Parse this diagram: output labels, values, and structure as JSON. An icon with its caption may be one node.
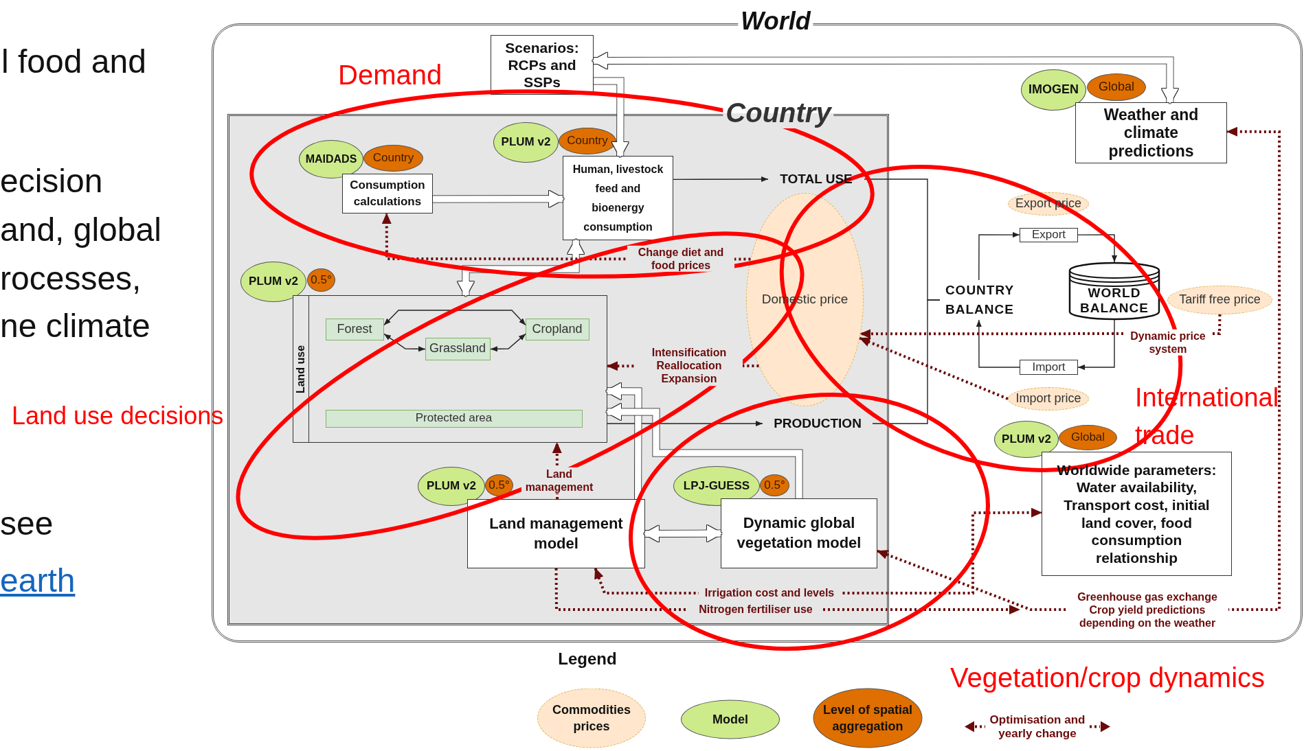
{
  "diagram": {
    "nodes": [
      {
        "text": [
          "World"
        ]
      },
      {
        "text": [
          "Scenarios: RCPs and SSPs"
        ],
        "in": 0
      },
      {
        "text": [
          "IMOGEN"
        ],
        "in": 0
      },
      {
        "text": [
          "Global"
        ],
        "in": 0
      },
      {
        "text": [
          "Weather and climate predictions"
        ],
        "in": 0
      },
      {
        "text": [
          "Country"
        ],
        "in": 0
      },
      {
        "text": [
          "MAIDADS"
        ],
        "in": 5
      },
      {
        "text": [
          "Country"
        ],
        "in": 5
      },
      {
        "text": [
          "Consumption calculations"
        ],
        "in": 5
      },
      {
        "text": [
          "PLUM v2"
        ],
        "in": 5
      },
      {
        "text": [
          "Country"
        ],
        "in": 5
      },
      {
        "text": [
          "Human, livestock feed and bioenergy consumption"
        ],
        "in": 5
      },
      {
        "text": [
          "TOTAL USE"
        ],
        "in": 5
      },
      {
        "text": [
          "Domestic price"
        ],
        "in": 5
      },
      {
        "text": [
          "PLUM v2"
        ],
        "in": 5
      },
      {
        "text": [
          "0.5°"
        ],
        "in": 5
      },
      {
        "text": [
          "Land use"
        ],
        "in": 5
      },
      {
        "text": [
          "Forest"
        ],
        "in": 16
      },
      {
        "text": [
          "Cropland"
        ],
        "in": 16
      },
      {
        "text": [
          "Grassland"
        ],
        "in": 16
      },
      {
        "text": [
          "Protected area"
        ],
        "in": 16
      },
      {
        "text": [
          "PRODUCTION"
        ],
        "in": 5
      },
      {
        "text": [
          "PLUM v2"
        ],
        "in": 5
      },
      {
        "text": [
          "0.5°"
        ],
        "in": 5
      },
      {
        "text": [
          "Land management model"
        ],
        "in": 5
      },
      {
        "text": [
          "LPJ-GUESS"
        ],
        "in": 5
      },
      {
        "text": [
          "0.5°"
        ],
        "in": 5
      },
      {
        "text": [
          "Dynamic global vegetation model"
        ],
        "in": 5
      },
      {
        "text": [
          "Export price"
        ],
        "in": 0
      },
      {
        "text": [
          "Export"
        ],
        "in": 0
      },
      {
        "text": [
          "COUNTRY BALANCE"
        ],
        "in": 0
      },
      {
        "text": [
          "WORLD BALANCE"
        ],
        "in": 0
      },
      {
        "text": [
          "Tariff free price"
        ],
        "in": 0
      },
      {
        "text": [
          "Import"
        ],
        "in": 0
      },
      {
        "text": [
          "Import price"
        ],
        "in": 0
      },
      {
        "text": [
          "PLUM v2"
        ],
        "in": 0
      },
      {
        "text": [
          "Global"
        ],
        "in": 0
      },
      {
        "text": [
          "Worldwide parameters: Water availability, Transport cost, initial land cover, food consumption relationship"
        ],
        "in": 0
      }
    ],
    "edges": [
      {
        "from": 1,
        "to": 4,
        "arrow": "both",
        "style": "thick",
        "color": "#ffffff"
      },
      {
        "from": 1,
        "to": 11,
        "arrow": "to",
        "style": "thick",
        "color": "#ffffff"
      },
      {
        "from": 8,
        "to": 11,
        "arrow": "to",
        "style": "thick",
        "color": "#ffffff"
      },
      {
        "from": 11,
        "to": 16,
        "arrow": "both",
        "style": "thick",
        "color": "#ffffff"
      },
      {
        "from": 11,
        "to": 12,
        "arrow": "to"
      },
      {
        "from": 16,
        "to": 21,
        "arrow": "to"
      },
      {
        "from": 12,
        "to": 30,
        "arrow": "none"
      },
      {
        "from": 21,
        "to": 30,
        "arrow": "none"
      },
      {
        "from": 30,
        "to": 29,
        "arrow": "to"
      },
      {
        "from": 29,
        "to": 31,
        "arrow": "to"
      },
      {
        "from": 31,
        "to": 33,
        "arrow": "to"
      },
      {
        "from": 33,
        "to": 30,
        "arrow": "to"
      },
      {
        "from": 17,
        "to": 18,
        "arrow": "both"
      },
      {
        "from": 17,
        "to": 19,
        "arrow": "both"
      },
      {
        "from": 19,
        "to": 18,
        "arrow": "both"
      },
      {
        "from": 13,
        "to": 8,
        "arrow": "to",
        "label": "Change diet and food prices",
        "style": "dashed",
        "color": "#6b0a0a"
      },
      {
        "from": 13,
        "to": 16,
        "arrow": "to",
        "label": "Intensification Reallocation Expansion",
        "style": "dashed",
        "color": "#6b0a0a"
      },
      {
        "from": 32,
        "to": 13,
        "arrow": "to",
        "label": "Dynamic price system",
        "style": "dashed",
        "color": "#6b0a0a"
      },
      {
        "from": 34,
        "to": 13,
        "arrow": "to",
        "style": "dashed",
        "color": "#6b0a0a"
      },
      {
        "from": 24,
        "to": 16,
        "arrow": "to",
        "label": "Land management",
        "style": "dashed",
        "color": "#6b0a0a"
      },
      {
        "from": 24,
        "to": 27,
        "arrow": "both",
        "style": "thick",
        "color": "#ffffff"
      },
      {
        "from": 24,
        "to": 16,
        "arrow": "to",
        "style": "thick",
        "color": "#ffffff"
      },
      {
        "from": 27,
        "to": 16,
        "arrow": "to",
        "style": "thick",
        "color": "#ffffff"
      },
      {
        "from": 24,
        "to": 37,
        "arrow": "both",
        "label": "Irrigation cost and levels",
        "style": "dashed",
        "color": "#6b0a0a"
      },
      {
        "from": 24,
        "to": null,
        "arrow": "to",
        "label": "Nitrogen fertiliser use",
        "style": "dashed",
        "color": "#6b0a0a"
      },
      {
        "from": 27,
        "to": 4,
        "arrow": "both",
        "label": "Greenhouse gas exchange Crop yield predictions depending on the weather",
        "style": "dashed",
        "color": "#6b0a0a"
      }
    ],
    "labels": [
      "l food and",
      "ecision",
      "and, global",
      "rocesses,",
      "ne climate",
      "Demand",
      "Land use decisions",
      "International trade",
      "see",
      "earth",
      "Vegetation/crop dynamics",
      "Legend"
    ],
    "legend": [
      {
        "text": "Commodities prices",
        "color": "#ffe6cc"
      },
      {
        "text": "Model",
        "color": "#cdeb8b"
      },
      {
        "text": "Level of spatial aggregation",
        "color": "#df6f00"
      },
      {
        "text": "Optimisation and yearly change"
      }
    ]
  }
}
